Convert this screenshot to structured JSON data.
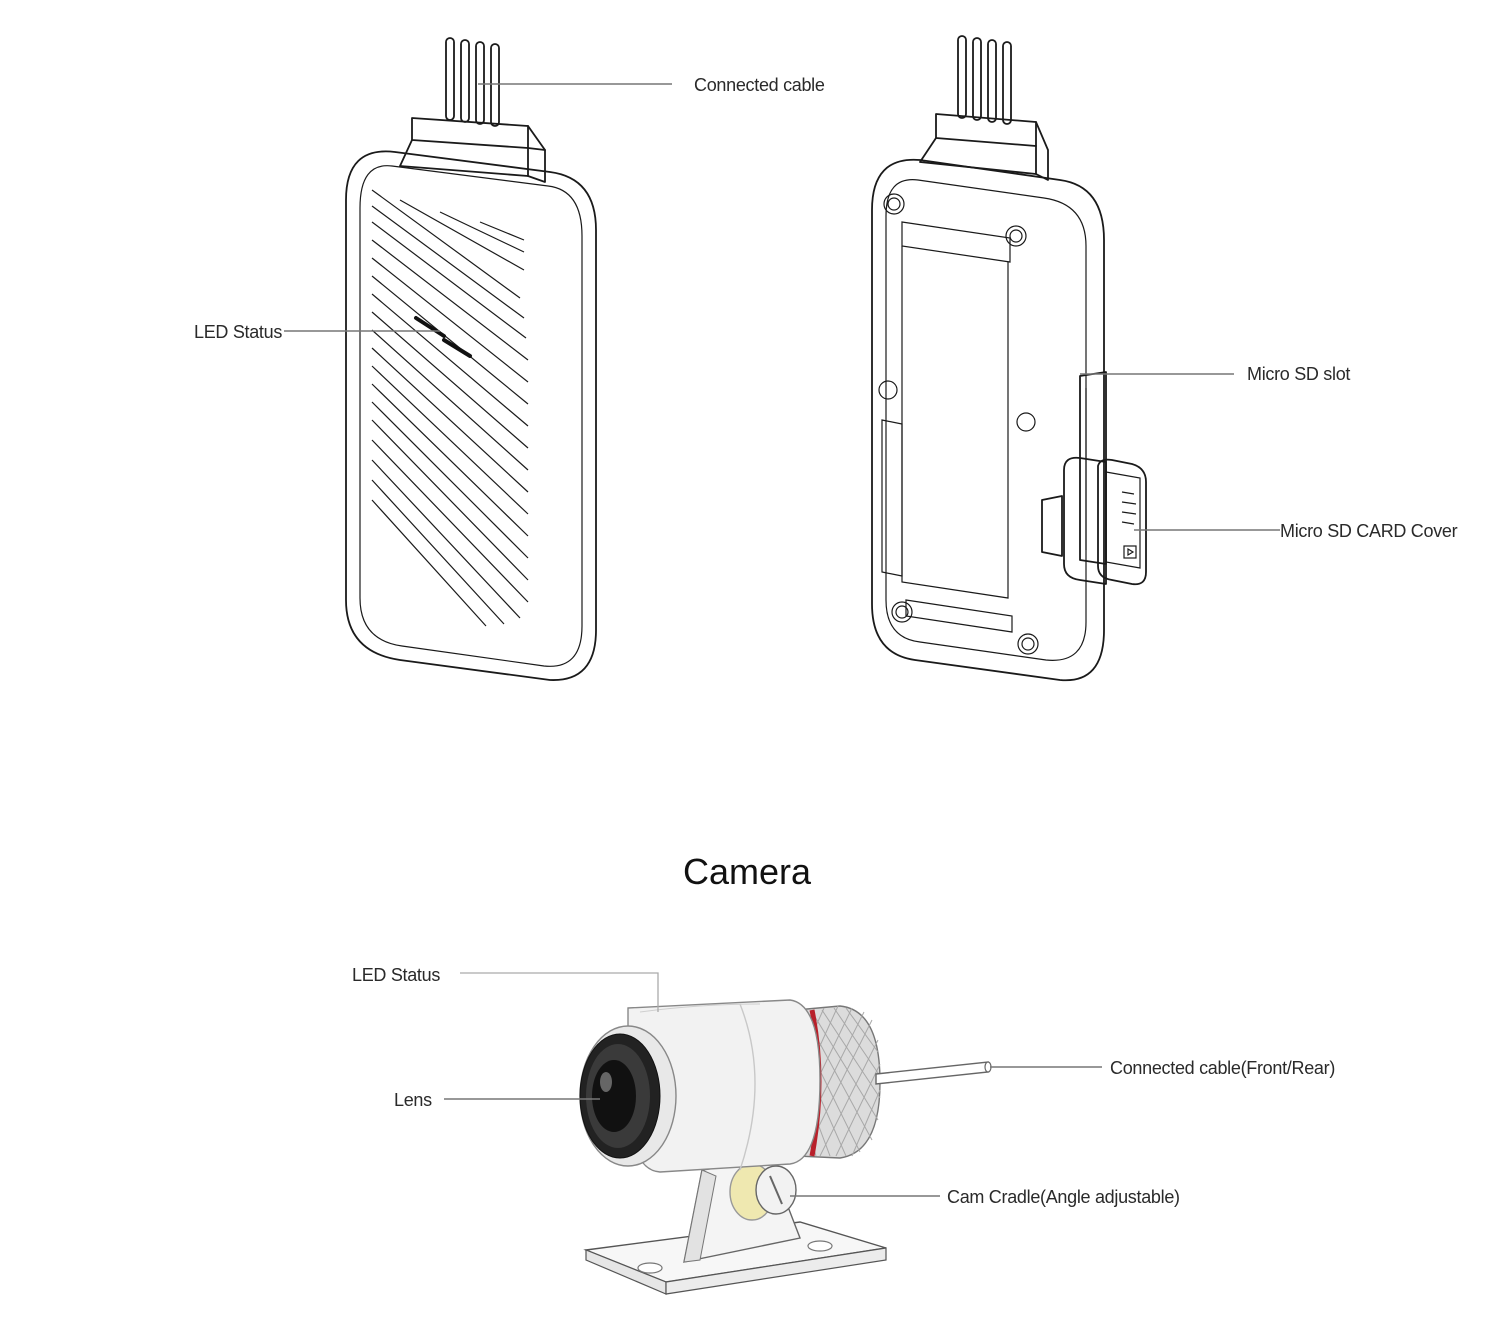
{
  "labels": {
    "connected_cable": "Connected cable",
    "led_status_unit": "LED Status",
    "micro_sd_slot": "Micro SD slot",
    "micro_sd_card_cover": "Micro SD CARD Cover",
    "camera_title": "Camera",
    "led_status_camera": "LED Status",
    "lens": "Lens",
    "connected_cable_front_rear": "Connected cable(Front/Rear)",
    "cam_cradle": "Cam Cradle(Angle adjustable)"
  },
  "colors": {
    "line_art": "#1a1a1a",
    "leader_line": "#777777",
    "camera_accent_red": "#b8202a",
    "camera_body": "#f2f2f2",
    "background": "#ffffff"
  }
}
